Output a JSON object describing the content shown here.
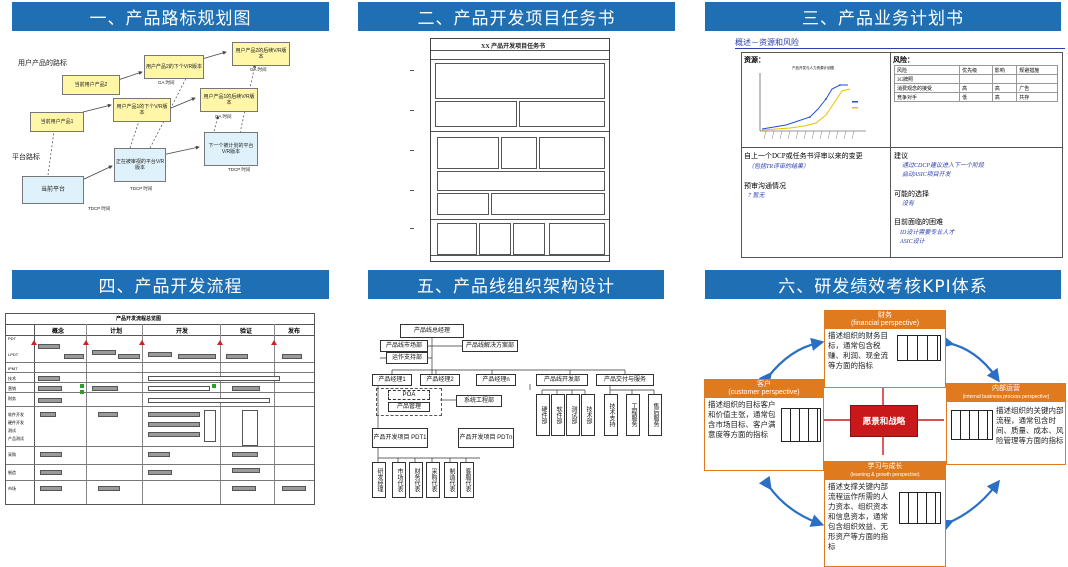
{
  "headers": [
    "一、产品路标规划图",
    "二、产品开发项目任务书",
    "三、产品业务计划书",
    "四、产品开发流程",
    "五、产品线组织架构设计",
    "六、研发绩效考核KPI体系"
  ],
  "roadmap": {
    "user_label": "用户产品的路标",
    "platform_label": "平台路标",
    "boxes": [
      "当前用户产品1",
      "当前用户产品2",
      "用户产品1的下个V/R版本",
      "用户产品2的下个V/R版本",
      "用户产品1的后续V/R版本",
      "用户产品2的后续V/R版本",
      "正在被审视的平台V/R版本",
      "下一个被计划的平台V/R版本",
      "当前平台"
    ],
    "milestones": [
      "TDCP 时间",
      "TDCP 时间",
      "GA 时间",
      "GA 时间",
      "GA 时间",
      "TDCP 时间"
    ]
  },
  "charter": {
    "title": "XX 产品开发项目任务书"
  },
  "bizplan": {
    "subtitle": "概述－资源和风险",
    "resource_label": "资源：",
    "chart_title": "产品开发与人力资源计划图",
    "risk_label": "风险：",
    "risk_headers": [
      "风险",
      "优先级",
      "影响",
      "规避措施"
    ],
    "risk_rows": [
      [
        "3G牌照",
        "",
        "",
        ""
      ],
      [
        "消费观念的接受",
        "高",
        "高",
        "广告"
      ],
      [
        "竞争对手",
        "低",
        "高",
        "共存"
      ]
    ],
    "change_title": "自上一个DCP或任务书评审以来的变更",
    "change_note": "（包括TR评审的结果）",
    "escalate_title": "预审沟通情况",
    "escalate_note": "7 暂无",
    "advice_title": "建议",
    "advice_items": [
      "通过CDCP建议进入下一个阶段",
      "启动ASIC项目开发"
    ],
    "choice_title": "可能的选择",
    "choice_note": "没有",
    "difficulty_title": "目前面临的困难",
    "difficulty_items": [
      "ID设计需要专业人才",
      "ASIC设计"
    ]
  },
  "process": {
    "title": "产品开发流程总览图",
    "phases": [
      "概念",
      "计划",
      "开发",
      "验证",
      "发布"
    ],
    "rows": [
      "PDT",
      "LPDT",
      "IPMT",
      "技术",
      "营销",
      "财务",
      "软件开发",
      "硬件开发",
      "测试",
      "产品测试",
      "采购",
      "制造",
      "市场"
    ]
  },
  "org": {
    "head": "产品线总经理",
    "market": "产品线市场部",
    "support": "运作支持部",
    "solution": "产品线解决方案部",
    "managers": [
      "产品经理1",
      "产品经理2",
      "产品经理n"
    ],
    "poa": "POA",
    "pm": "产品管理",
    "sysdept": "系统工程部",
    "dev": "产品线开发部",
    "service": "产品交付与服务",
    "devdepts": [
      "硬件部",
      "软件部",
      "测试部",
      "技术部"
    ],
    "servdepts": [
      "技术支持",
      "工程服务",
      "售后服务"
    ],
    "pdt1": "产品开发项目 PDT1",
    "pdtn": "产品开发项目 PDTn",
    "members": [
      "研发经理",
      "市场代表",
      "财务代表",
      "采购代表",
      "制造代表",
      "客服代表"
    ]
  },
  "kpi": {
    "center": "愿景和战略",
    "finance": {
      "title": "财务",
      "sub": "(financial perspective)",
      "text": "描述组织的财务目标，通常包含税赚、利润、现金流等方面的指标"
    },
    "customer": {
      "title": "客户",
      "sub": "(customer perspective)",
      "text": "描述组织的目标客户和价值主张，通常包含市场目标、客户满意度等方面的指标"
    },
    "internal": {
      "title": "内部运营",
      "sub": "(internal business process perspective)",
      "text": "描述组织的关键内部流程，通常包含时间、质量、成本、风险管理等方面的指标"
    },
    "learning": {
      "title": "学习与成长",
      "sub": "(learning & growth perspective)",
      "text": "描述支撑关键内部流程运作所需的人力资本、组织资本和信息资本，通常包含组织效益、无形资产等方面的指标"
    }
  }
}
